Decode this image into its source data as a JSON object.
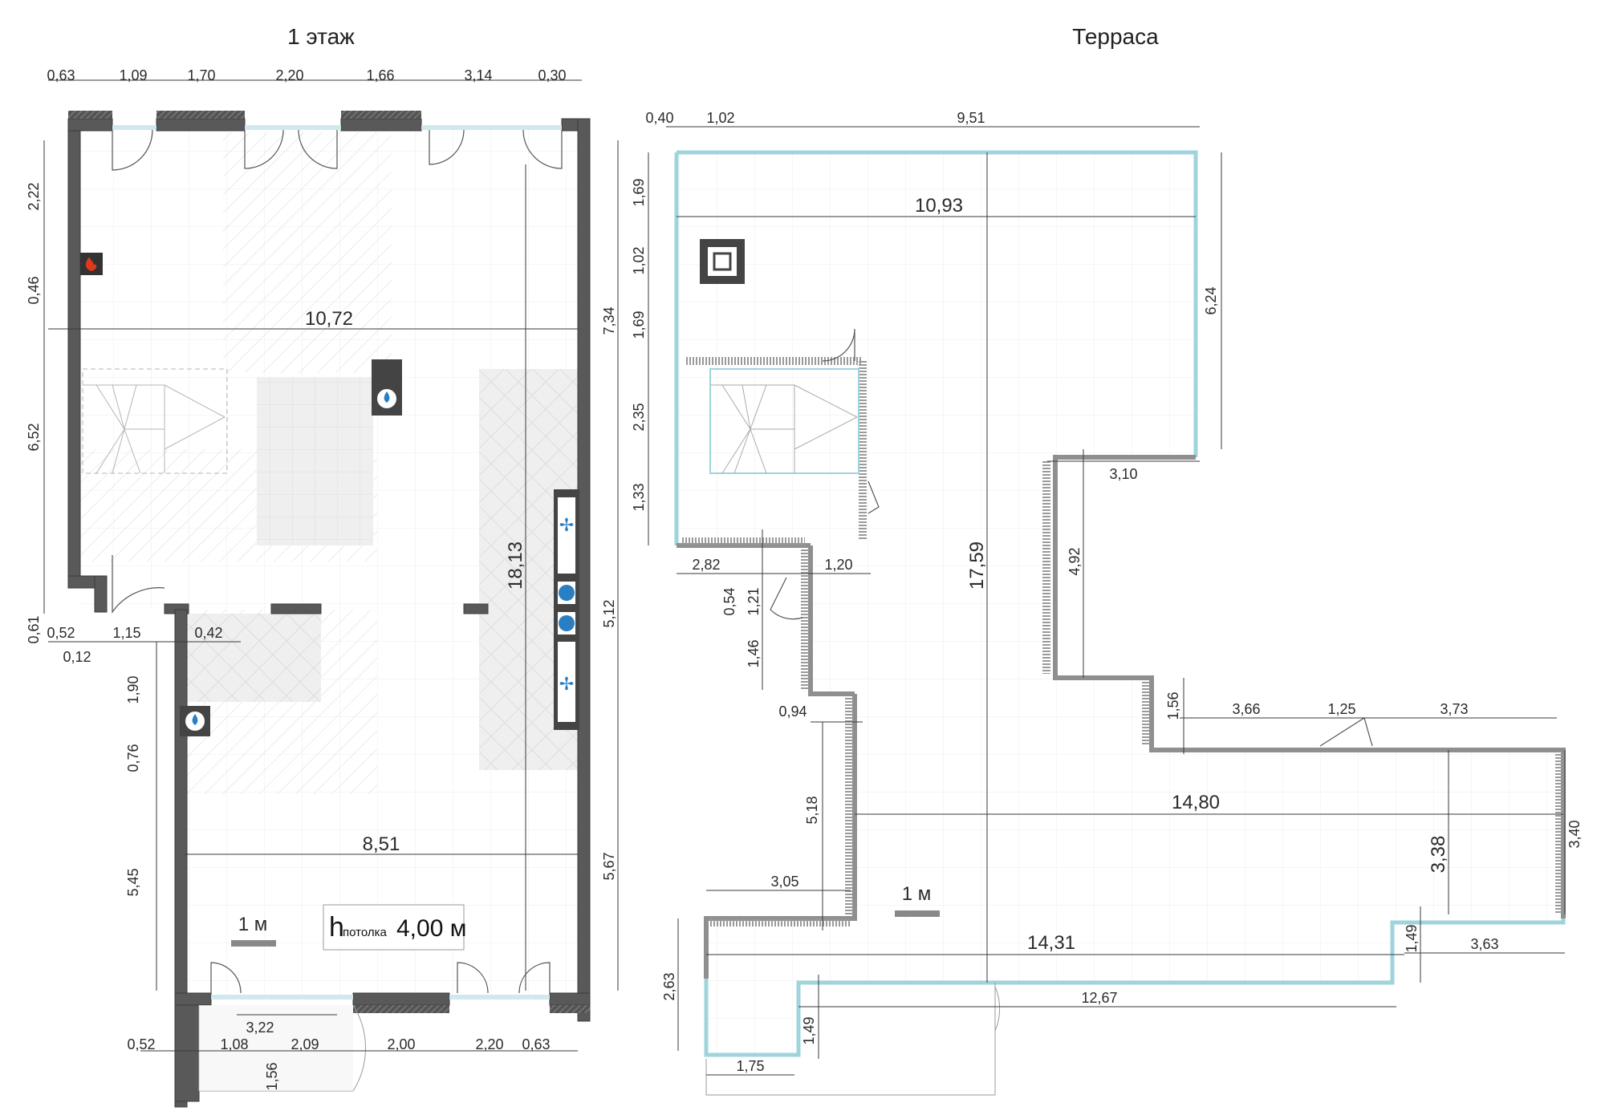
{
  "titles": {
    "floor1": "1 этаж",
    "terrace": "Терраса"
  },
  "ceiling": {
    "h": "h",
    "sub": "потолка",
    "value": "4,00 м"
  },
  "scale_label": "1 м",
  "floor1": {
    "top_dims": [
      "0,63",
      "1,09",
      "1,70",
      "2,20",
      "1,66",
      "3,14",
      "0,30"
    ],
    "left_dims": [
      "2,22",
      "0,46",
      "6,52",
      "0,61"
    ],
    "left_lower_dims": [
      "1,90",
      "0,76",
      "5,45"
    ],
    "right_dims": [
      "7,34",
      "5,12",
      "5,67"
    ],
    "bottom_dims": [
      "0,52",
      "1,08",
      "2,09",
      "2,00",
      "2,20",
      "0,63"
    ],
    "mid_dims": [
      "0,52",
      "1,15",
      "0,12",
      "0,42"
    ],
    "width_top": "10,72",
    "width_bottom": "8,51",
    "height_total": "18,13",
    "porch_w": "3,22",
    "porch_d": "1,56"
  },
  "terrace": {
    "top_dims": [
      "0,40",
      "1,02",
      "9,51"
    ],
    "width_top": "10,93",
    "right_top": "6,24",
    "left_dims": [
      "1,69",
      "1,02",
      "1,69",
      "2,35",
      "1,33"
    ],
    "stair_dims": [
      "2,82",
      "1,20",
      "0,54",
      "1,21",
      "1,46",
      "0,94",
      "5,18",
      "3,05"
    ],
    "height_total": "17,59",
    "step_dims": [
      "3,10",
      "4,92",
      "1,56",
      "3,66",
      "1,25",
      "3,73"
    ],
    "width_mid": "14,80",
    "right_dims": [
      "3,40",
      "3,38",
      "1,49",
      "3,63"
    ],
    "width_low": "14,31",
    "bottom_dims": [
      "12,67",
      "1,49",
      "2,63",
      "1,75"
    ]
  }
}
